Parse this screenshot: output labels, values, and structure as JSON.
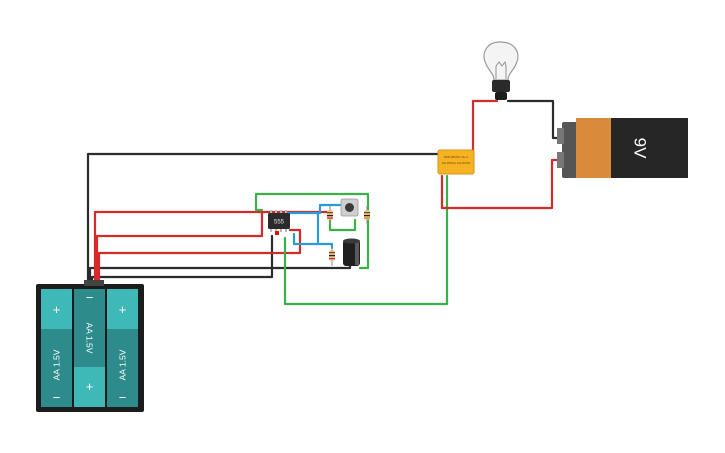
{
  "components": {
    "battery_9v": {
      "label": "9V"
    },
    "aa_pack": {
      "cells": [
        {
          "label": "AA 1.5V",
          "top_sign": "+",
          "bottom_sign": "−"
        },
        {
          "label": "AA 1.5V",
          "top_sign": "−",
          "bottom_sign": "+"
        },
        {
          "label": "AA 1.5V",
          "top_sign": "+",
          "bottom_sign": "−"
        }
      ]
    },
    "ic_555": {
      "label": "555"
    },
    "relay": {
      "label_line1": "SRD-05VDC-SL-C",
      "label_line2": "10A 250VAC  10A 30VDC"
    }
  },
  "colors": {
    "wire_black": "#2b2b2b",
    "wire_red": "#d42a2a",
    "wire_green": "#3ab04a",
    "wire_blue": "#2d9ad8",
    "battery_teal": "#2e8b8b",
    "relay_yellow": "#f5b324",
    "battery_9v_copper": "#d98a3a"
  }
}
